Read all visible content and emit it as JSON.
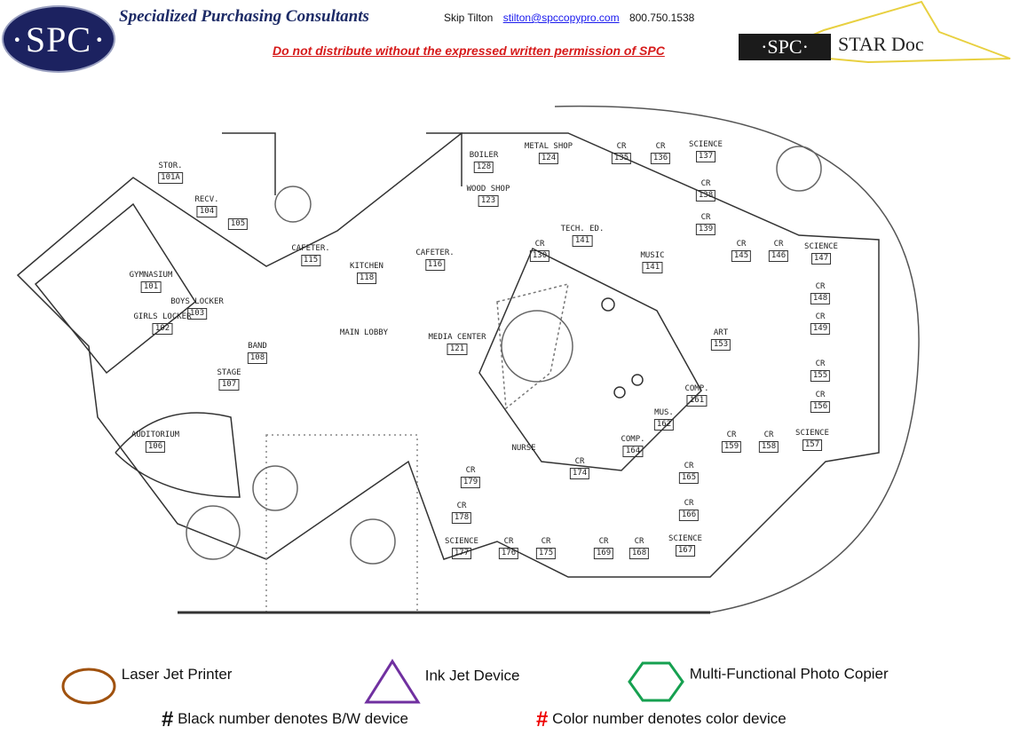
{
  "header": {
    "logo_text": "SPC",
    "company": "Specialized Purchasing Consultants",
    "contact_name": "Skip Tilton",
    "contact_email": "stilton@spccopypro.com",
    "contact_phone": "800.750.1538",
    "warning": "Do not distribute without the expressed written permission of SPC",
    "stardoc_logo": "SPC",
    "stardoc_title": "STAR Doc"
  },
  "rooms": [
    {
      "name": "STOR.",
      "num": "101A"
    },
    {
      "name": "RECV.",
      "num": "104"
    },
    {
      "name": "",
      "num": "105"
    },
    {
      "name": "GYMNASIUM",
      "num": "101"
    },
    {
      "name": "BOYS LOCKER",
      "num": "103"
    },
    {
      "name": "GIRLS LOCKER",
      "num": "102"
    },
    {
      "name": "CAFETER.",
      "num": "115"
    },
    {
      "name": "KITCHEN",
      "num": "118"
    },
    {
      "name": "CAFETER.",
      "num": "116"
    },
    {
      "name": "BAND",
      "num": "108"
    },
    {
      "name": "STAGE",
      "num": "107"
    },
    {
      "name": "AUDITORIUM",
      "num": "106"
    },
    {
      "name": "MAIN LOBBY",
      "num": ""
    },
    {
      "name": "MEDIA CENTER",
      "num": "121"
    },
    {
      "name": "BOILER",
      "num": "128"
    },
    {
      "name": "METAL SHOP",
      "num": "124"
    },
    {
      "name": "WOOD SHOP",
      "num": "123"
    },
    {
      "name": "CR",
      "num": "135"
    },
    {
      "name": "CR",
      "num": "136"
    },
    {
      "name": "SCIENCE",
      "num": "137"
    },
    {
      "name": "CR",
      "num": "138"
    },
    {
      "name": "CR",
      "num": "139"
    },
    {
      "name": "TECH. ED.",
      "num": "141"
    },
    {
      "name": "CR",
      "num": "130"
    },
    {
      "name": "MUSIC",
      "num": "141"
    },
    {
      "name": "CR",
      "num": "145"
    },
    {
      "name": "CR",
      "num": "146"
    },
    {
      "name": "SCIENCE",
      "num": "147"
    },
    {
      "name": "CR",
      "num": "148"
    },
    {
      "name": "CR",
      "num": "149"
    },
    {
      "name": "CR",
      "num": "155"
    },
    {
      "name": "CR",
      "num": "156"
    },
    {
      "name": "ART",
      "num": "153"
    },
    {
      "name": "COMP.",
      "num": "161"
    },
    {
      "name": "MUS.",
      "num": "162"
    },
    {
      "name": "CR",
      "num": "159"
    },
    {
      "name": "CR",
      "num": "158"
    },
    {
      "name": "SCIENCE",
      "num": "157"
    },
    {
      "name": "COMP.",
      "num": "164"
    },
    {
      "name": "CR",
      "num": "174"
    },
    {
      "name": "NURSE",
      "num": ""
    },
    {
      "name": "CR",
      "num": "165"
    },
    {
      "name": "CR",
      "num": "166"
    },
    {
      "name": "CR",
      "num": "179"
    },
    {
      "name": "CR",
      "num": "178"
    },
    {
      "name": "SCIENCE",
      "num": "177"
    },
    {
      "name": "CR",
      "num": "176"
    },
    {
      "name": "CR",
      "num": "175"
    },
    {
      "name": "CR",
      "num": "169"
    },
    {
      "name": "CR",
      "num": "168"
    },
    {
      "name": "SCIENCE",
      "num": "167"
    }
  ],
  "legend": {
    "laser": "Laser Jet Printer",
    "inkjet": "Ink Jet Device",
    "mfp": "Multi-Functional Photo Copier",
    "hash": "#",
    "bw": "Black number denotes B/W device",
    "color": "Color number denotes color device",
    "colors": {
      "laser": "#a0520f",
      "inkjet": "#7030a0",
      "mfp": "#16a050",
      "color_hash": "#ee0000"
    }
  }
}
